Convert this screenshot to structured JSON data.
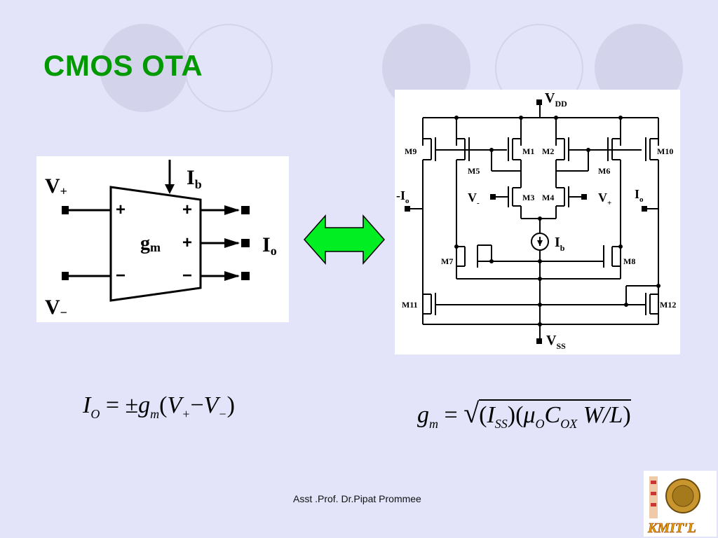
{
  "slide": {
    "title": "CMOS OTA",
    "footer": "Asst .Prof. Dr.Pipat Prommee"
  },
  "ota_symbol": {
    "input_plus_label": "V+",
    "input_minus_label": "V−",
    "bias_label": "Ib",
    "gain_label": "gm",
    "output_label": "Io",
    "in_plus_sign": "+",
    "in_minus_sign": "−",
    "out_signs": [
      "+",
      "+",
      "−"
    ]
  },
  "circuit": {
    "supply_top": "VDD",
    "supply_bottom": "VSS",
    "bias_label": "Ib",
    "left_output": "-Io",
    "right_output": "Io",
    "input_minus": "V-",
    "input_plus": "V+",
    "transistors": [
      "M1",
      "M2",
      "M3",
      "M4",
      "M5",
      "M6",
      "M7",
      "M8",
      "M9",
      "M10",
      "M11",
      "M12"
    ]
  },
  "equations": {
    "left": {
      "lhs": "I",
      "lhs_sub": "O",
      "op": "= ±",
      "g": "g",
      "g_sub": "m",
      "open": "(",
      "v1": "V",
      "v1_sub": "+",
      "minus": "−",
      "v2": "V",
      "v2_sub": "−",
      "close": ")"
    },
    "right": {
      "g": "g",
      "g_sub": "m",
      "eq": "=",
      "root": "√",
      "iss": "I",
      "iss_sub": "SS",
      "mu": "μ",
      "mu_sub": "O",
      "cox": "C",
      "cox_sub": "OX",
      "wl": "W/L"
    }
  },
  "colors": {
    "background": "#e3e3fa",
    "title": "#009900",
    "arrow_fill": "#00ee22",
    "decor_circle": "#d3d3eb"
  },
  "logo": {
    "text": "KMIT'L"
  }
}
